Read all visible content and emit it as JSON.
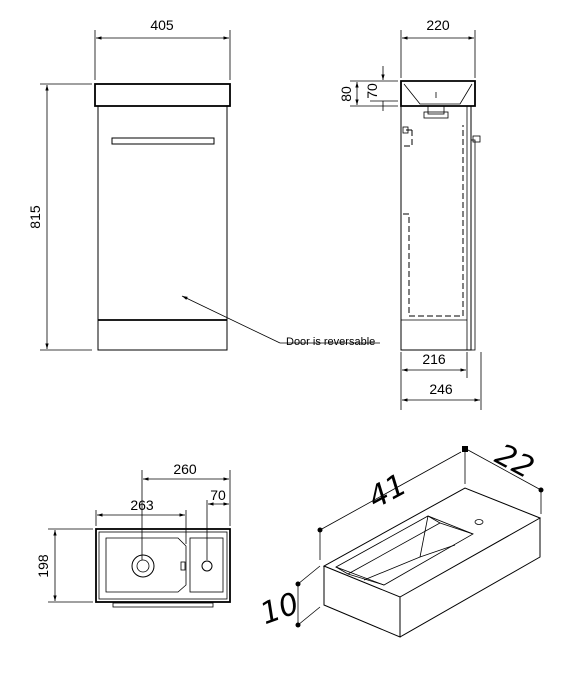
{
  "front_view": {
    "width_label": "405",
    "height_label": "815",
    "note": "Door is reversable"
  },
  "side_view": {
    "width_top_label": "220",
    "basin_height_label": "80",
    "bowl_depth_label": "70",
    "inner_depth_label": "216",
    "overall_depth_label": "246"
  },
  "top_view": {
    "width_label": "260",
    "bowl_label": "263",
    "tap_deck_label": "70",
    "depth_label": "198"
  },
  "basin_iso": {
    "length_label": "41",
    "width_label": "22",
    "height_label": "10"
  }
}
